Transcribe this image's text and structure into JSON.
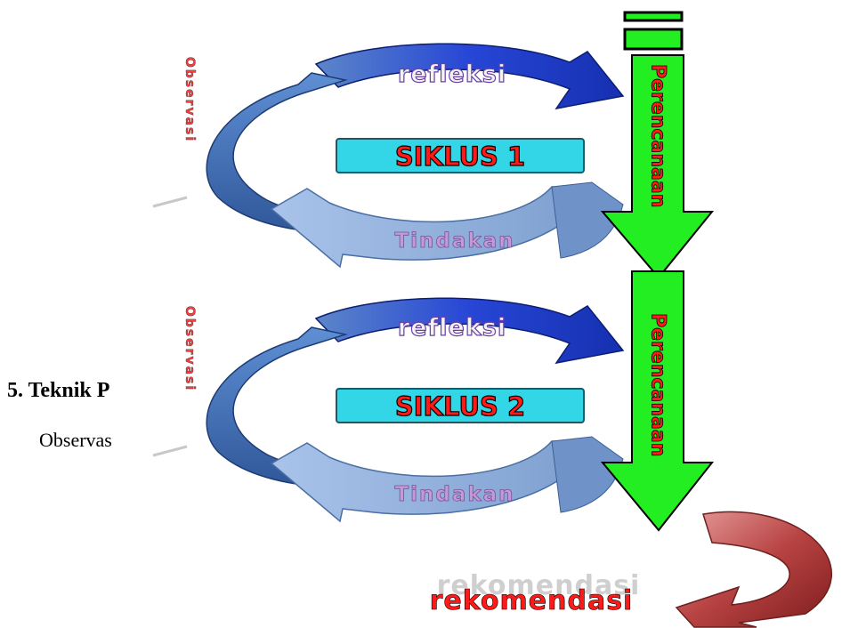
{
  "document": {
    "heading": "5. Teknik P",
    "text": "Observas"
  },
  "cycles": [
    {
      "siklus_label": "SIKLUS 1",
      "refleksi_label": "refleksi",
      "tindakan_label": "Tindakan",
      "observasi_label": "Observasi",
      "perencanaan_label": "Perencanaan"
    },
    {
      "siklus_label": "SIKLUS 2",
      "refleksi_label": "refleksi",
      "tindakan_label": "Tindakan",
      "observasi_label": "Observasi",
      "perencanaan_label": "Perencanaan"
    }
  ],
  "rekomendasi_label": "rekomendasi",
  "colors": {
    "arrow_green": "#22ee22",
    "siklus_box": "#33d6e6",
    "siklus_text": "#ff1a1a",
    "refleksi_blue": "#1a3fcf",
    "cycle_light_blue": "#8fb2dd",
    "rekomendasi_red": "#a83232"
  }
}
